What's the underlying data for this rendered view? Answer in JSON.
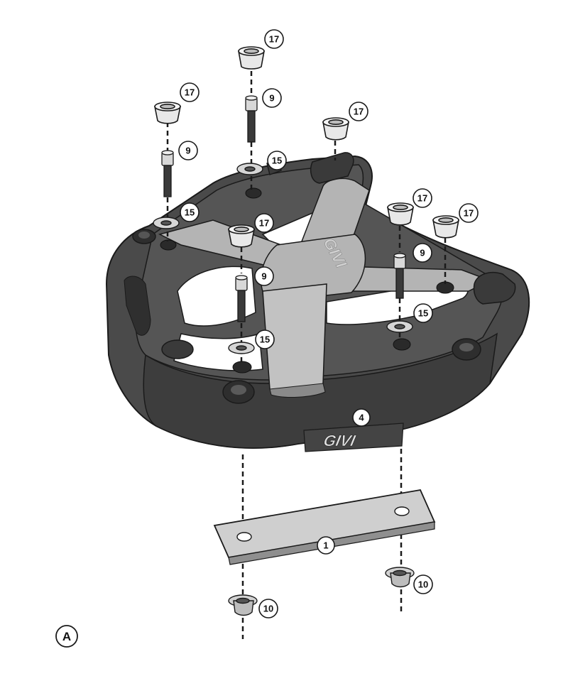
{
  "view_label": "A",
  "logo": {
    "rack_logo": "GIVI",
    "plate_logo": "GIVI"
  },
  "callouts": [
    {
      "id": "c1",
      "label": "17"
    },
    {
      "id": "c2",
      "label": "9"
    },
    {
      "id": "c3",
      "label": "17"
    },
    {
      "id": "c4",
      "label": "9"
    },
    {
      "id": "c5",
      "label": "17"
    },
    {
      "id": "c6",
      "label": "15"
    },
    {
      "id": "c7",
      "label": "15"
    },
    {
      "id": "c8",
      "label": "17"
    },
    {
      "id": "c9",
      "label": "17"
    },
    {
      "id": "c10",
      "label": "17"
    },
    {
      "id": "c11",
      "label": "9"
    },
    {
      "id": "c12",
      "label": "9"
    },
    {
      "id": "c13",
      "label": "15"
    },
    {
      "id": "c14",
      "label": "15"
    },
    {
      "id": "c15",
      "label": "4"
    },
    {
      "id": "c16",
      "label": "1"
    },
    {
      "id": "c17",
      "label": "10"
    },
    {
      "id": "c18",
      "label": "10"
    }
  ],
  "colors": {
    "rack_body": "#4a4a4a",
    "rack_dark": "#3a3a3a",
    "rack_light": "#5a5a5a",
    "frame_grey": "#b4b4b4",
    "plate_grey": "#cfcfcf",
    "cap_fill": "#e8e8e8",
    "outline": "#1a1a1a"
  }
}
